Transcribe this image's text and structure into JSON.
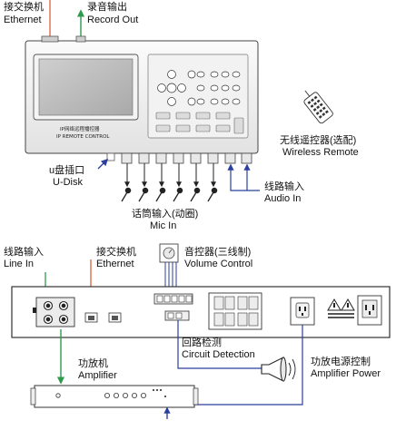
{
  "top_labels": {
    "ethernet_cn": "接交换机",
    "ethernet_en": "Ethernet",
    "record_cn": "录音输出",
    "record_en": "Record Out"
  },
  "player": {
    "title_cn": "IP网络远程播控器",
    "title_en": "IP REMOTE CONTROL"
  },
  "remote_labels": {
    "cn": "无线遥控器(选配)",
    "en": "Wireless Remote"
  },
  "udisk_labels": {
    "cn": "u盘插口",
    "en": "U-Disk"
  },
  "audio_in_labels": {
    "cn": "线路输入",
    "en": "Audio In"
  },
  "mic_labels": {
    "cn": "话筒输入(动圈)",
    "en": "Mic In"
  },
  "bottom_labels": {
    "line_in_cn": "线路输入",
    "line_in_en": "Line In",
    "ethernet_cn": "接交换机",
    "ethernet_en": "Ethernet",
    "volume_cn": "音控器(三线制)",
    "volume_en": "Volume Control",
    "circuit_cn": "回路检测",
    "circuit_en": "Circuit Detection",
    "amp_cn": "功放机",
    "amp_en": "Amplifier",
    "amp_power_cn": "功放电源控制",
    "amp_power_en": "Amplifier Power"
  },
  "colors": {
    "ethernet_line": "#d9542b",
    "audio_line": "#2e9a4c",
    "control_line": "#2b3f9e"
  }
}
